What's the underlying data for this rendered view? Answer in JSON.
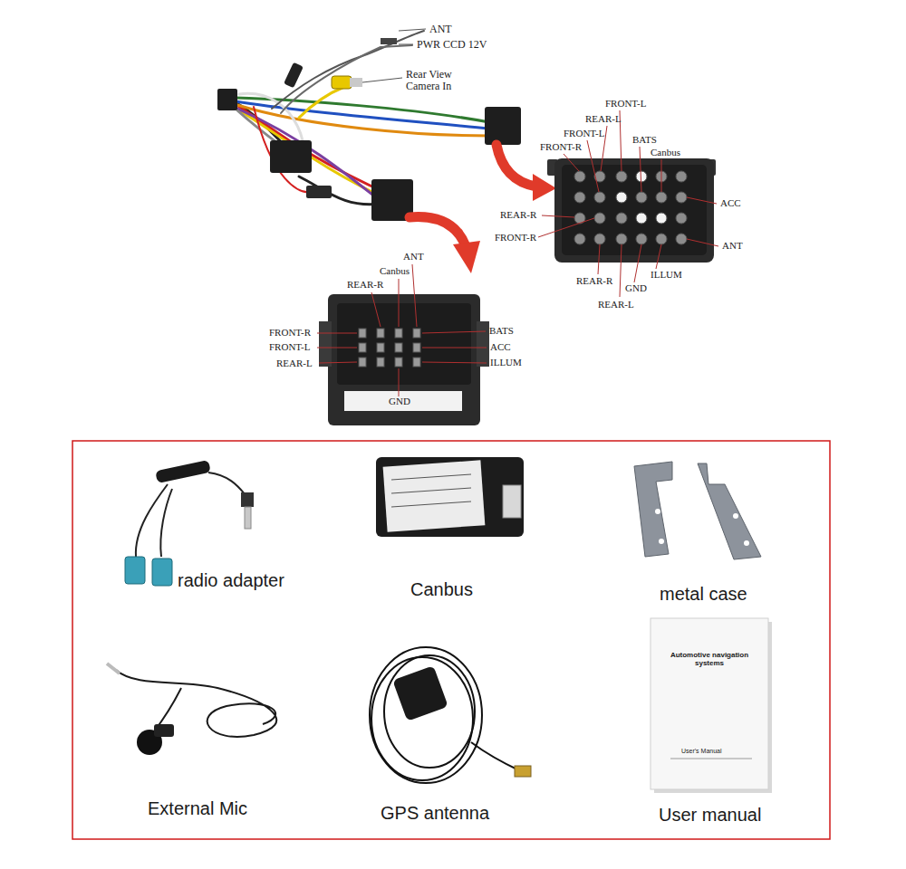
{
  "diagram": {
    "labels": [
      "ANT",
      "PWR CCD 12V",
      "Rear View Camera In",
      "FRONT-L",
      "REAR-L",
      "FRONT-L",
      "FRONT-R",
      "BATS",
      "Canbus",
      "REAR-R",
      "ACC",
      "FRONT-R",
      "ANT",
      "REAR-R",
      "ILLUM",
      "GND",
      "REAR-L",
      "ANT",
      "Canbus",
      "REAR-R",
      "FRONT-R",
      "BATS",
      "FRONT-L",
      "ACC",
      "REAR-L",
      "ILLUM",
      "GND",
      "radio adapter",
      "Canbus",
      "metal case",
      "Automotive navigation systems",
      "User's Manual",
      "External Mic",
      "GPS antenna",
      "User manual"
    ]
  }
}
